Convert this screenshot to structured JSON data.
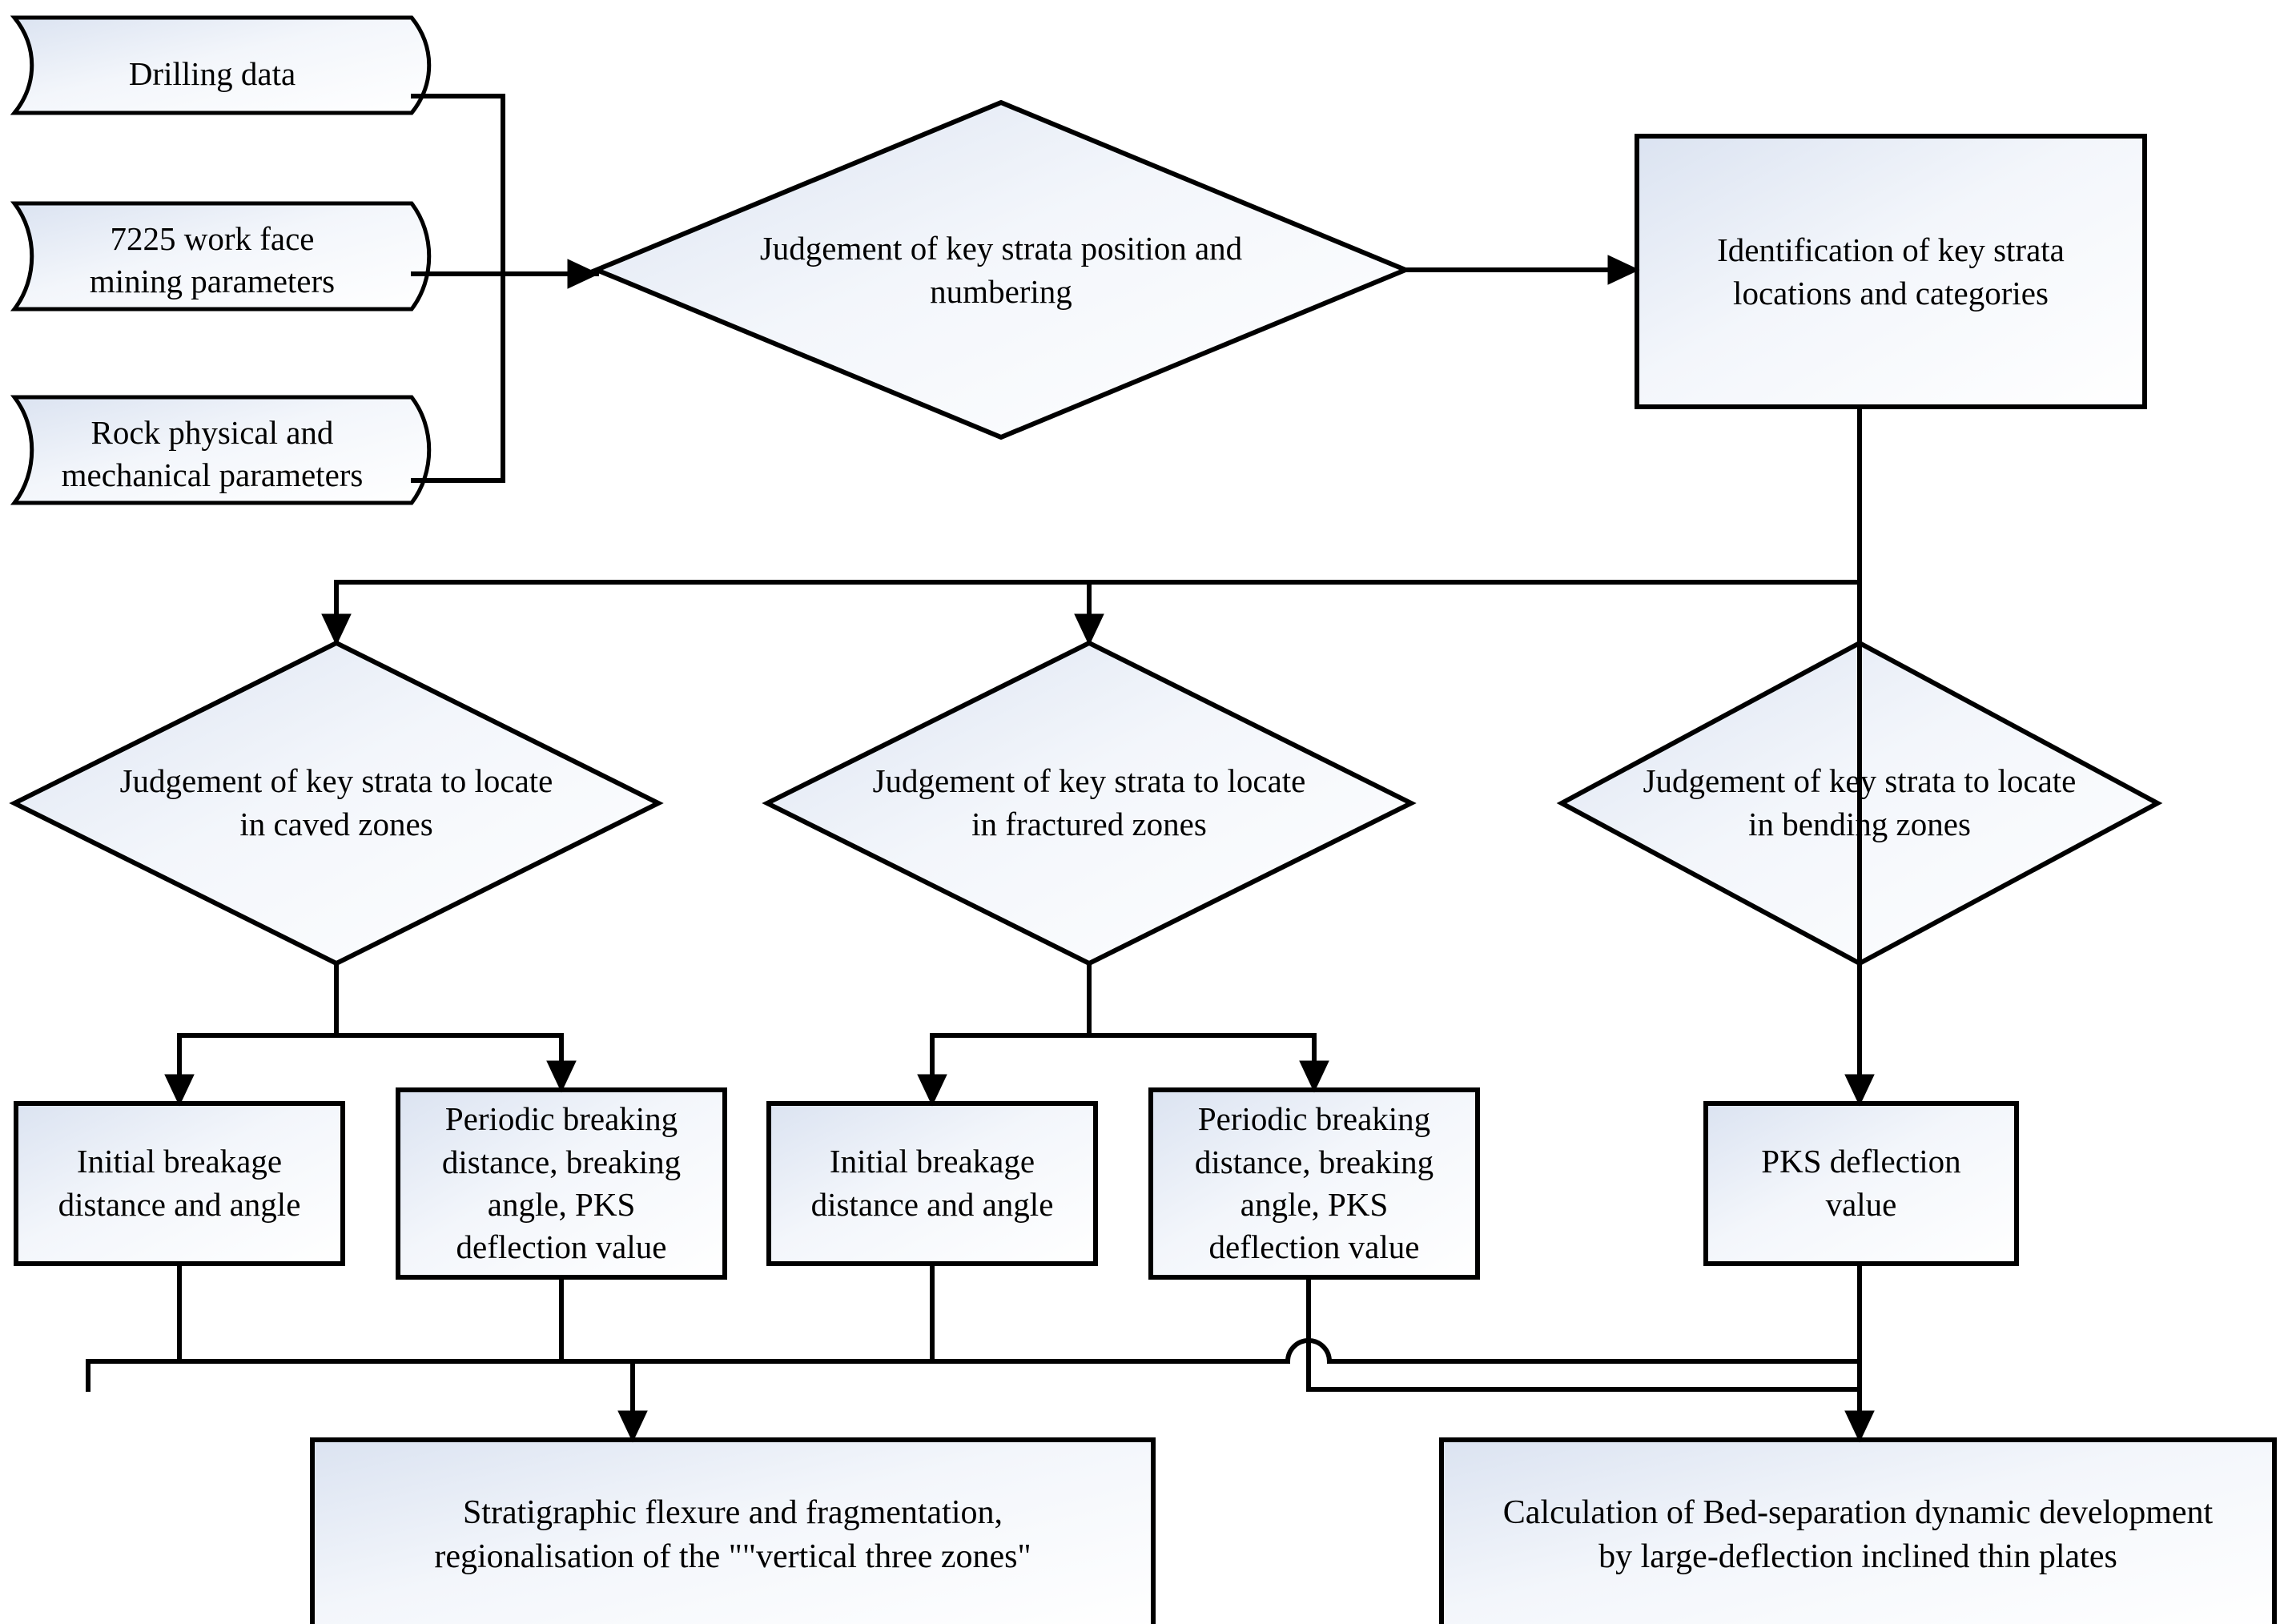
{
  "diagram": {
    "type": "flowchart",
    "title": "Key strata identification and bed-separation calculation flowchart",
    "background_color": "#ffffff",
    "stroke_color": "#000000",
    "fill_gradient_from": "#dde4f0",
    "fill_gradient_to": "#fdfeff"
  },
  "inputs": [
    {
      "id": "drilling-data",
      "label": "Drilling data",
      "shape": "tape"
    },
    {
      "id": "mining-params",
      "label": "7225 work face\nmining parameters",
      "shape": "tape"
    },
    {
      "id": "rock-params",
      "label": "Rock physical and\nmechanical parameters",
      "shape": "tape"
    }
  ],
  "decisions": [
    {
      "id": "judge-position",
      "label": "Judgement of key strata position and\nnumbering",
      "shape": "diamond"
    },
    {
      "id": "judge-caved",
      "label": "Judgement of key strata to locate\nin caved zones",
      "shape": "diamond"
    },
    {
      "id": "judge-fractured",
      "label": "Judgement of key strata to locate\nin fractured zones",
      "shape": "diamond"
    },
    {
      "id": "judge-bending",
      "label": "Judgement of key strata to locate\nin bending zones",
      "shape": "diamond"
    }
  ],
  "processes": [
    {
      "id": "identification",
      "label": "Identification of key strata\nlocations and categories",
      "shape": "rectangle"
    },
    {
      "id": "caved-initial",
      "label": "Initial breakage\ndistance and angle",
      "shape": "rectangle"
    },
    {
      "id": "caved-periodic",
      "label": "Periodic breaking\ndistance, breaking\nangle, PKS\ndeflection value",
      "shape": "rectangle"
    },
    {
      "id": "fract-initial",
      "label": "Initial breakage\ndistance and angle",
      "shape": "rectangle"
    },
    {
      "id": "fract-periodic",
      "label": "Periodic breaking\ndistance, breaking\nangle, PKS\ndeflection value",
      "shape": "rectangle"
    },
    {
      "id": "pks-deflection",
      "label": "PKS deflection\nvalue",
      "shape": "rectangle"
    }
  ],
  "outputs": [
    {
      "id": "strat-flexure",
      "label": "Stratigraphic flexure and fragmentation,\nregionalisation of the \"\"vertical three zones\"",
      "shape": "rectangle"
    },
    {
      "id": "bed-separation",
      "label": "Calculation of Bed-separation dynamic development\nby large-deflection inclined thin plates",
      "shape": "rectangle"
    }
  ],
  "edges": [
    {
      "from": "drilling-data",
      "to": "judge-position",
      "arrow": true
    },
    {
      "from": "mining-params",
      "to": "judge-position",
      "arrow": true
    },
    {
      "from": "rock-params",
      "to": "judge-position",
      "arrow": true
    },
    {
      "from": "judge-position",
      "to": "identification",
      "arrow": true
    },
    {
      "from": "identification",
      "to": "judge-caved",
      "arrow": true
    },
    {
      "from": "identification",
      "to": "judge-fractured",
      "arrow": true
    },
    {
      "from": "identification",
      "to": "judge-bending",
      "arrow": true
    },
    {
      "from": "judge-caved",
      "to": "caved-initial",
      "arrow": true
    },
    {
      "from": "judge-caved",
      "to": "caved-periodic",
      "arrow": true
    },
    {
      "from": "judge-fractured",
      "to": "fract-initial",
      "arrow": true
    },
    {
      "from": "judge-fractured",
      "to": "fract-periodic",
      "arrow": true
    },
    {
      "from": "judge-bending",
      "to": "pks-deflection",
      "arrow": true
    },
    {
      "from": "caved-initial",
      "to": "strat-flexure",
      "arrow": true
    },
    {
      "from": "caved-periodic",
      "to": "strat-flexure",
      "arrow": true
    },
    {
      "from": "fract-initial",
      "to": "strat-flexure",
      "arrow": true
    },
    {
      "from": "fract-periodic",
      "to": "bed-separation",
      "arrow": true
    },
    {
      "from": "pks-deflection",
      "to": "bed-separation",
      "arrow": true
    }
  ]
}
